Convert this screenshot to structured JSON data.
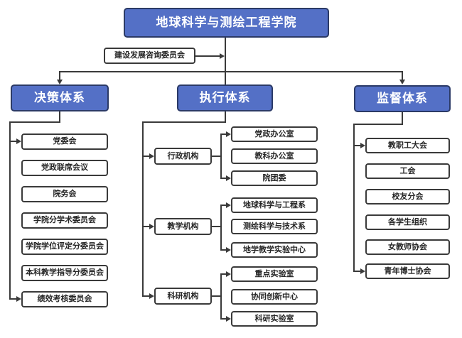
{
  "title": "地球科学与测绘工程学院",
  "advisory": "建设发展咨询委员会",
  "colors": {
    "accent": "#5470c6",
    "accent_border": "#2b3a66",
    "line": "#3a3a3a",
    "box_border": "#3a3a3a",
    "text": "#262626",
    "bg": "#ffffff"
  },
  "columns": {
    "decision": {
      "header": "决策体系",
      "items": [
        "党委会",
        "党政联席会议",
        "院务会",
        "学院分学术委员会",
        "学院学位评定分委员会",
        "本科教学指导分委员会",
        "绩效考核委员会"
      ]
    },
    "execution": {
      "header": "执行体系",
      "groups": [
        {
          "label": "行政机构",
          "children": [
            "党政办公室",
            "教科办公室",
            "院团委"
          ]
        },
        {
          "label": "教学机构",
          "children": [
            "地球科学与工程系",
            "测绘科学与技术系",
            "地学教学实验中心"
          ]
        },
        {
          "label": "科研机构",
          "children": [
            "重点实验室",
            "协同创新中心",
            "科研实验室"
          ]
        }
      ]
    },
    "supervision": {
      "header": "监督体系",
      "items": [
        "教职工大会",
        "工会",
        "校友分会",
        "各学生组织",
        "女教师协会",
        "青年博士协会"
      ]
    }
  }
}
